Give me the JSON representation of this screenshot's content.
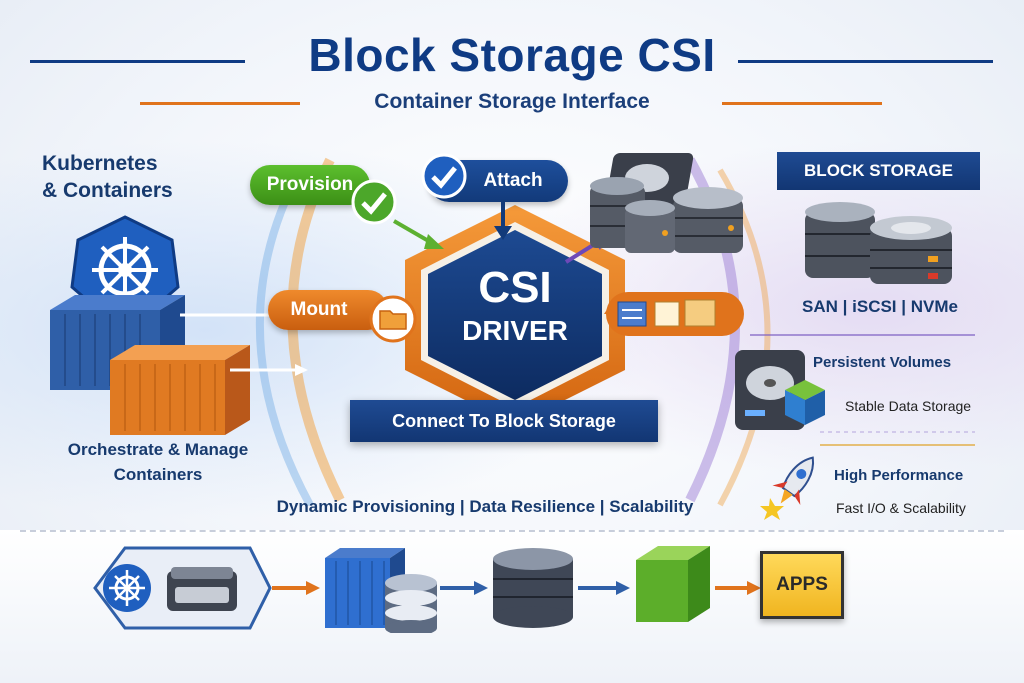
{
  "header": {
    "title": "Block Storage CSI",
    "subtitle": "Container Storage Interface"
  },
  "left_panel": {
    "title_line1": "Kubernetes",
    "title_line2": "& Containers",
    "caption_line1": "Orchestrate & Manage",
    "caption_line2": "Containers"
  },
  "center": {
    "driver_line1": "CSI",
    "driver_line2": "DRIVER",
    "provision_label": "Provision",
    "attach_label": "Attach",
    "mount_label": "Mount",
    "connect_label": "Connect To Block Storage"
  },
  "right_panel": {
    "header": "BLOCK STORAGE",
    "protocols": "SAN | iSCSI | NVMe",
    "persistent_title": "Persistent Volumes",
    "persistent_sub": "Stable Data Storage",
    "performance_title": "High Performance",
    "performance_sub": "Fast I/O & Scalability"
  },
  "features": "Dynamic Provisioning | Data Resilience | Scalability",
  "pipeline": {
    "apps_label": "APPS"
  },
  "colors": {
    "navy": "#0f3b84",
    "orange": "#e0731c",
    "green": "#4ca72a",
    "container_blue": "#2f5fa8",
    "container_orange": "#e07a22"
  },
  "icons": [
    "kubernetes-icon",
    "checkmark-icon",
    "folder-icon",
    "rocket-icon",
    "disk-stack-icon",
    "hard-drive-icon",
    "container-icon",
    "cube-icon"
  ]
}
